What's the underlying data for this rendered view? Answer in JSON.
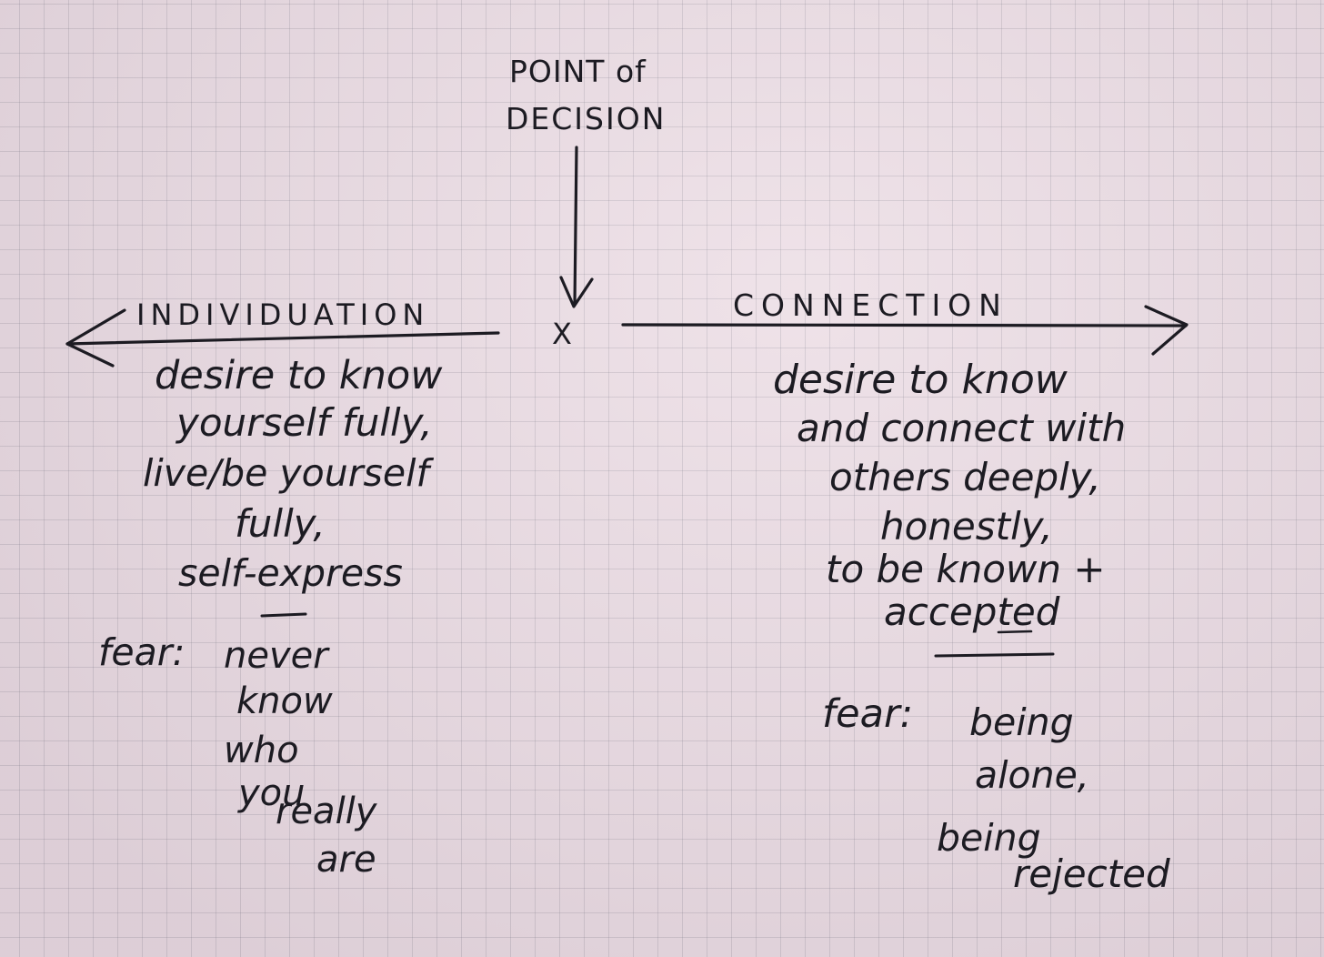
{
  "decision": {
    "label_line1": "POINT of",
    "label_line2": "DECISION",
    "marker": "X"
  },
  "left": {
    "heading": "INDIVIDUATION",
    "desire": [
      "desire to know",
      "yourself fully,",
      "live/be yourself",
      "fully,",
      "self-express"
    ],
    "fear_label": "fear:",
    "fear": [
      "never",
      "know",
      "who",
      "you",
      "really",
      "are"
    ]
  },
  "right": {
    "heading": "CONNECTION",
    "desire": [
      "desire to know",
      "and connect with",
      "others deeply,",
      "honestly,",
      "to be known +",
      "accepted"
    ],
    "fear_label": "fear:",
    "fear": [
      "being",
      "alone,",
      "being",
      "rejected"
    ]
  }
}
